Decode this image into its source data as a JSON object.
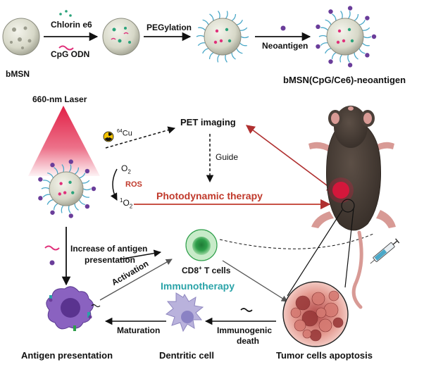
{
  "row_top": {
    "bmsn_label": "bMSN",
    "chlorin_label": "Chlorin e6",
    "cpg_label": "CpG ODN",
    "pegylation_label": "PEGylation",
    "neoantigen_label": "Neoantigen",
    "product_label": "bMSN(CpG/Ce6)-neoantigen"
  },
  "laser": {
    "label": "660-nm Laser"
  },
  "pet": {
    "isotope_sup": "64",
    "isotope": "Cu",
    "label": "PET imaging",
    "guide": "Guide"
  },
  "ros": {
    "o2_top": "O",
    "o2_top_sub": "2",
    "ros": "ROS",
    "o2_bottom_sup": "1",
    "o2_bottom": "O",
    "o2_bottom_sub": "2"
  },
  "pdt": {
    "label": "Photodynamic therapy"
  },
  "antigen": {
    "line1": "Increase of antigen",
    "line2": "presentation"
  },
  "tcell": {
    "label_pre": "CD8",
    "label_sup": "+",
    "label_post": " T cells"
  },
  "activation": {
    "label": "Activation"
  },
  "immuno": {
    "label": "Immunotherapy"
  },
  "maturation": {
    "label": "Maturation"
  },
  "immunogenic": {
    "line1": "Immunogenic",
    "line2": "death"
  },
  "bottom": {
    "antigen_presentation": "Antigen presentation",
    "dendritic": "Dentritic cell",
    "apoptosis": "Tumor cells apoptosis"
  },
  "colors": {
    "pdt_red": "#c0392b",
    "immuno_teal": "#2aa3a8",
    "laser_red": "#e0143c",
    "peg_blue": "#4aa8c8",
    "neo_purple": "#6a3d9a",
    "tcell_green": "#2e9e4a",
    "mouse_body": "#4a3f38",
    "mouse_pink": "#d89a95",
    "cell_purple": "#6b46a8",
    "dc_lavender": "#b9b2dc",
    "tumor_pink": "#e8a09a"
  }
}
